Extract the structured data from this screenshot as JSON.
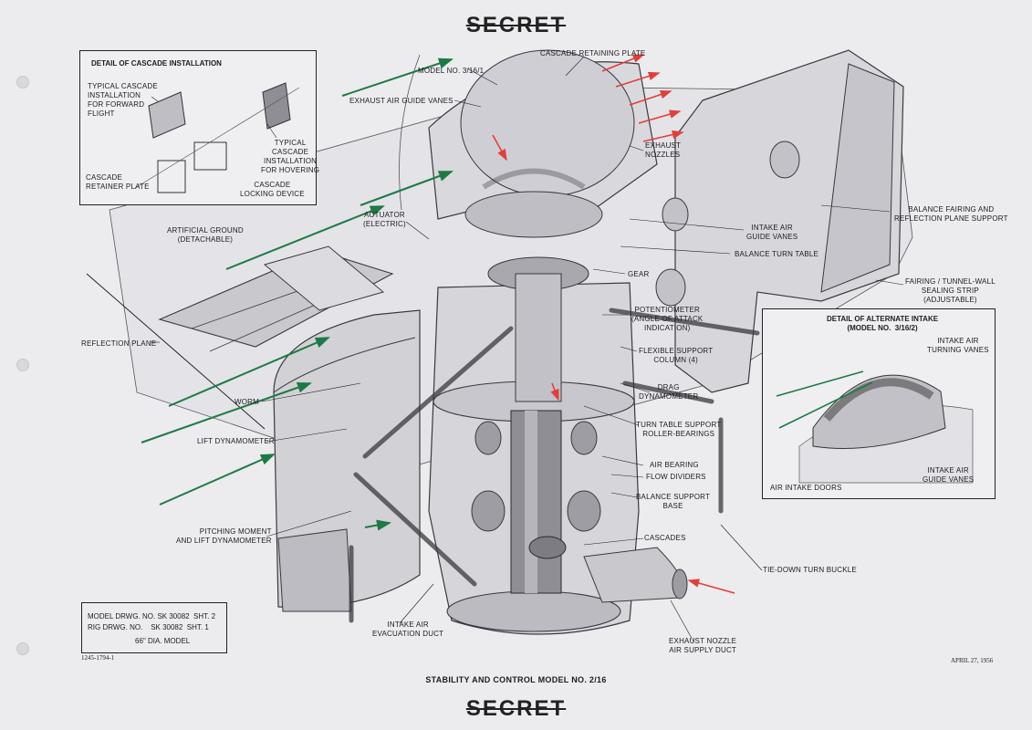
{
  "header": {
    "classification_top": "SECRET"
  },
  "footer": {
    "classification_bottom": "SECRET",
    "title": "STABILITY AND CONTROL MODEL NO. 2/16",
    "drawing_ref": "1245-1794-1",
    "date": "APRIL 27, 1956"
  },
  "info_box": {
    "line1": "MODEL DRWG. NO. SK 30082  SHT. 2",
    "line2": "RIG DRWG. NO.    SK 30082  SHT. 1",
    "line3": "66\" DIA. MODEL"
  },
  "inset_cascade": {
    "title": "DETAIL OF CASCADE INSTALLATION",
    "labels": {
      "forward_flight": "TYPICAL CASCADE\nINSTALLATION\nFOR FORWARD\nFLIGHT",
      "hovering": "TYPICAL\nCASCADE\nINSTALLATION\nFOR HOVERING",
      "retainer_plate": "CASCADE\nRETAINER PLATE",
      "locking_device": "CASCADE\nLOCKING DEVICE"
    }
  },
  "inset_intake": {
    "title": "DETAIL OF ALTERNATE INTAKE\n(MODEL NO.  3/16/2)",
    "labels": {
      "turning_vanes": "INTAKE AIR\nTURNING VANES",
      "guide_vanes": "INTAKE AIR\nGUIDE VANES",
      "doors": "AIR INTAKE DOORS"
    }
  },
  "callouts": {
    "model_no": "MODEL NO. 3/16/1",
    "cascade_retaining_plate": "CASCADE RETAINING PLATE",
    "exhaust_air_guide_vanes": "EXHAUST AIR GUIDE VANES",
    "exhaust_nozzles": "EXHAUST\nNOZZLES",
    "balance_fairing": "BALANCE FAIRING AND\nREFLECTION PLANE SUPPORT",
    "intake_air_guide_vanes": "INTAKE AIR\nGUIDE VANES",
    "balance_turn_table": "BALANCE TURN TABLE",
    "actuator": "ACTUATOR\n(ELECTRIC)",
    "artificial_ground": "ARTIFICIAL GROUND\n(DETACHABLE)",
    "gear": "GEAR",
    "fairing_tunnel": "FAIRING / TUNNEL-WALL\nSEALING STRIP\n(ADJUSTABLE)",
    "potentiometer": "POTENTIOMETER\n(ANGLE OF ATTACK\nINDICATION)",
    "flexible_support": "FLEXIBLE SUPPORT\nCOLUMN (4)",
    "reflection_plane": "REFLECTION PLANE",
    "drag_dynamometer": "DRAG\nDYNAMOMETER",
    "worm": "WORM",
    "turn_table_support": "TURN TABLE SUPPORT\nROLLER-BEARINGS",
    "lift_dynamometer": "LIFT DYNAMOMETER",
    "air_bearing": "AIR BEARING",
    "flow_dividers": "FLOW DIVIDERS",
    "balance_support_base": "BALANCE SUPPORT\nBASE",
    "pitching_moment": "PITCHING MOMENT\nAND LIFT DYNAMOMETER",
    "cascades": "CASCADES",
    "tie_down": "TIE-DOWN TURN BUCKLE",
    "intake_evacuation_duct": "INTAKE AIR\nEVACUATION DUCT",
    "exhaust_nozzle_duct": "EXHAUST NOZZLE\nAIR SUPPLY DUCT"
  },
  "colors": {
    "paper": "#ecebee",
    "ink": "#1d1c22",
    "intake_arrow": "#1d7a45",
    "exhaust_arrow": "#e0403a",
    "metal": "#b4b3ba"
  }
}
